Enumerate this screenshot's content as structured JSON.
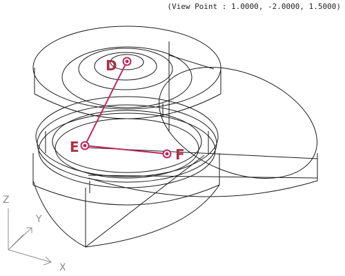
{
  "viewpoint": {
    "text": "(View Point : 1.0000, -2.0000, 1.5000)"
  },
  "points": [
    {
      "label": "D"
    },
    {
      "label": "E"
    },
    {
      "label": "F"
    }
  ],
  "ucs": {
    "x": "X",
    "y": "Y",
    "z": "Z"
  },
  "colors": {
    "wireframe": "#1a1a1a",
    "selection": "#c0285a",
    "label": "#a83246",
    "ucs_icon": "#8c8c8c",
    "background": "#ffffff"
  }
}
